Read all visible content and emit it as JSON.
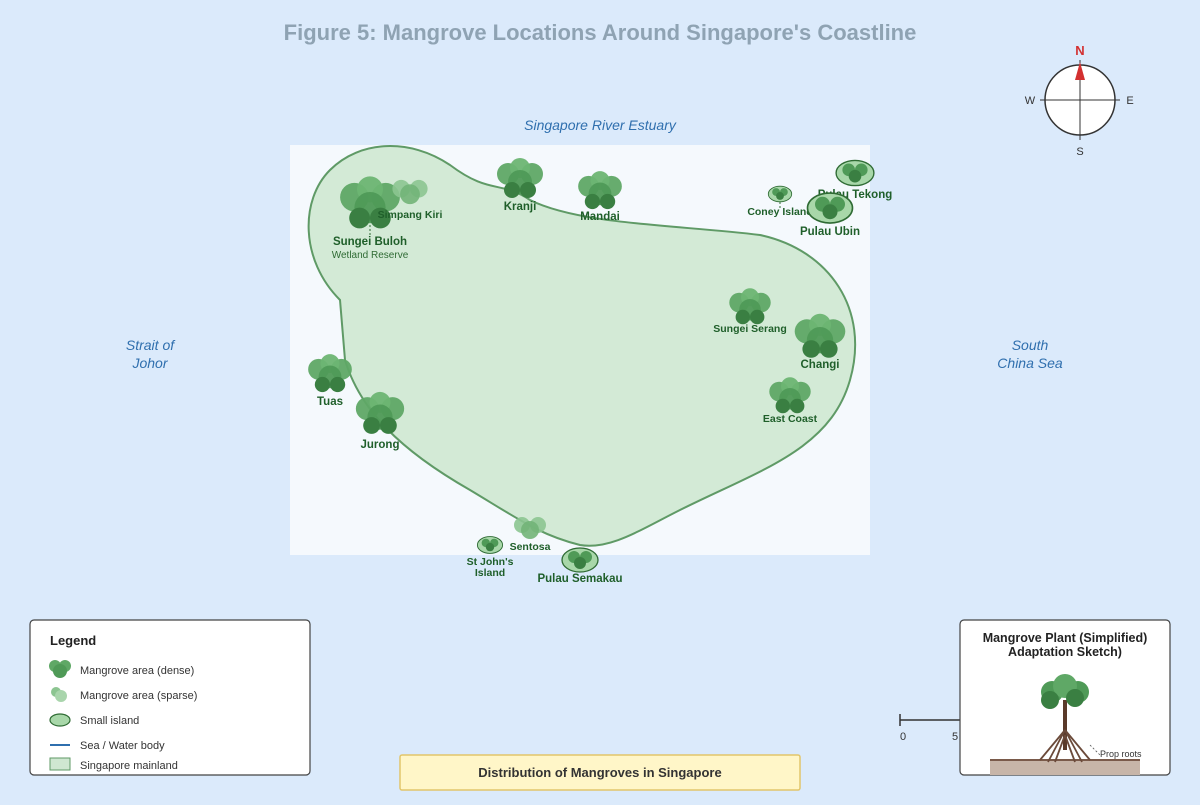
{
  "title": "Figure 5: Mangrove Locations Around Singapore's Coastline",
  "water_labels": {
    "north": "Singapore River Estuary",
    "west": [
      "Strait of",
      "Johor"
    ],
    "east": [
      "South",
      "China Sea"
    ]
  },
  "compass": {
    "n": "N",
    "s": "S",
    "e": "E",
    "w": "W"
  },
  "locations": [
    {
      "name": "Sungei Buloh",
      "sub": "Wetland Reserve",
      "type": "dense"
    },
    {
      "name": "Simpang Kiri",
      "type": "sparse"
    },
    {
      "name": "Kranji",
      "type": "dense"
    },
    {
      "name": "Mandai",
      "type": "dense"
    },
    {
      "name": "Coney Island",
      "type": "island"
    },
    {
      "name": "Pulau Tekong",
      "type": "island"
    },
    {
      "name": "Pulau Ubin",
      "type": "island"
    },
    {
      "name": "Sungei Serang",
      "type": "dense"
    },
    {
      "name": "Changi",
      "type": "dense"
    },
    {
      "name": "East Coast",
      "type": "dense"
    },
    {
      "name": "Tuas",
      "type": "dense"
    },
    {
      "name": "Jurong",
      "type": "dense"
    },
    {
      "name": "Sentosa",
      "type": "sparse"
    },
    {
      "name": "St John's",
      "name2": "Island",
      "type": "island"
    },
    {
      "name": "Pulau Semakau",
      "type": "island"
    }
  ],
  "legend": {
    "title": "Legend",
    "items": [
      "Mangrove area (dense)",
      "Mangrove area (sparse)",
      "Small island",
      "Sea / Water body",
      "Singapore mainland"
    ]
  },
  "footer": "Distribution of Mangroves in Singapore",
  "scale": {
    "labels": [
      "0",
      "5"
    ]
  },
  "sketch": {
    "title_line1": "Mangrove Plant (Simplified)",
    "title_line2": "Adaptation Sketch)",
    "prop_label": "Prop roots"
  },
  "colors": {
    "background": "#dbeafb",
    "mainland_fill": "#d3ead6",
    "mainland_stroke": "#5f9a66",
    "tree_dark": "#3f8f47",
    "tree_light": "#5fa866",
    "label_green": "#1f5f2a",
    "water_text": "#2f6fae",
    "compass_needle": "#d33030"
  }
}
